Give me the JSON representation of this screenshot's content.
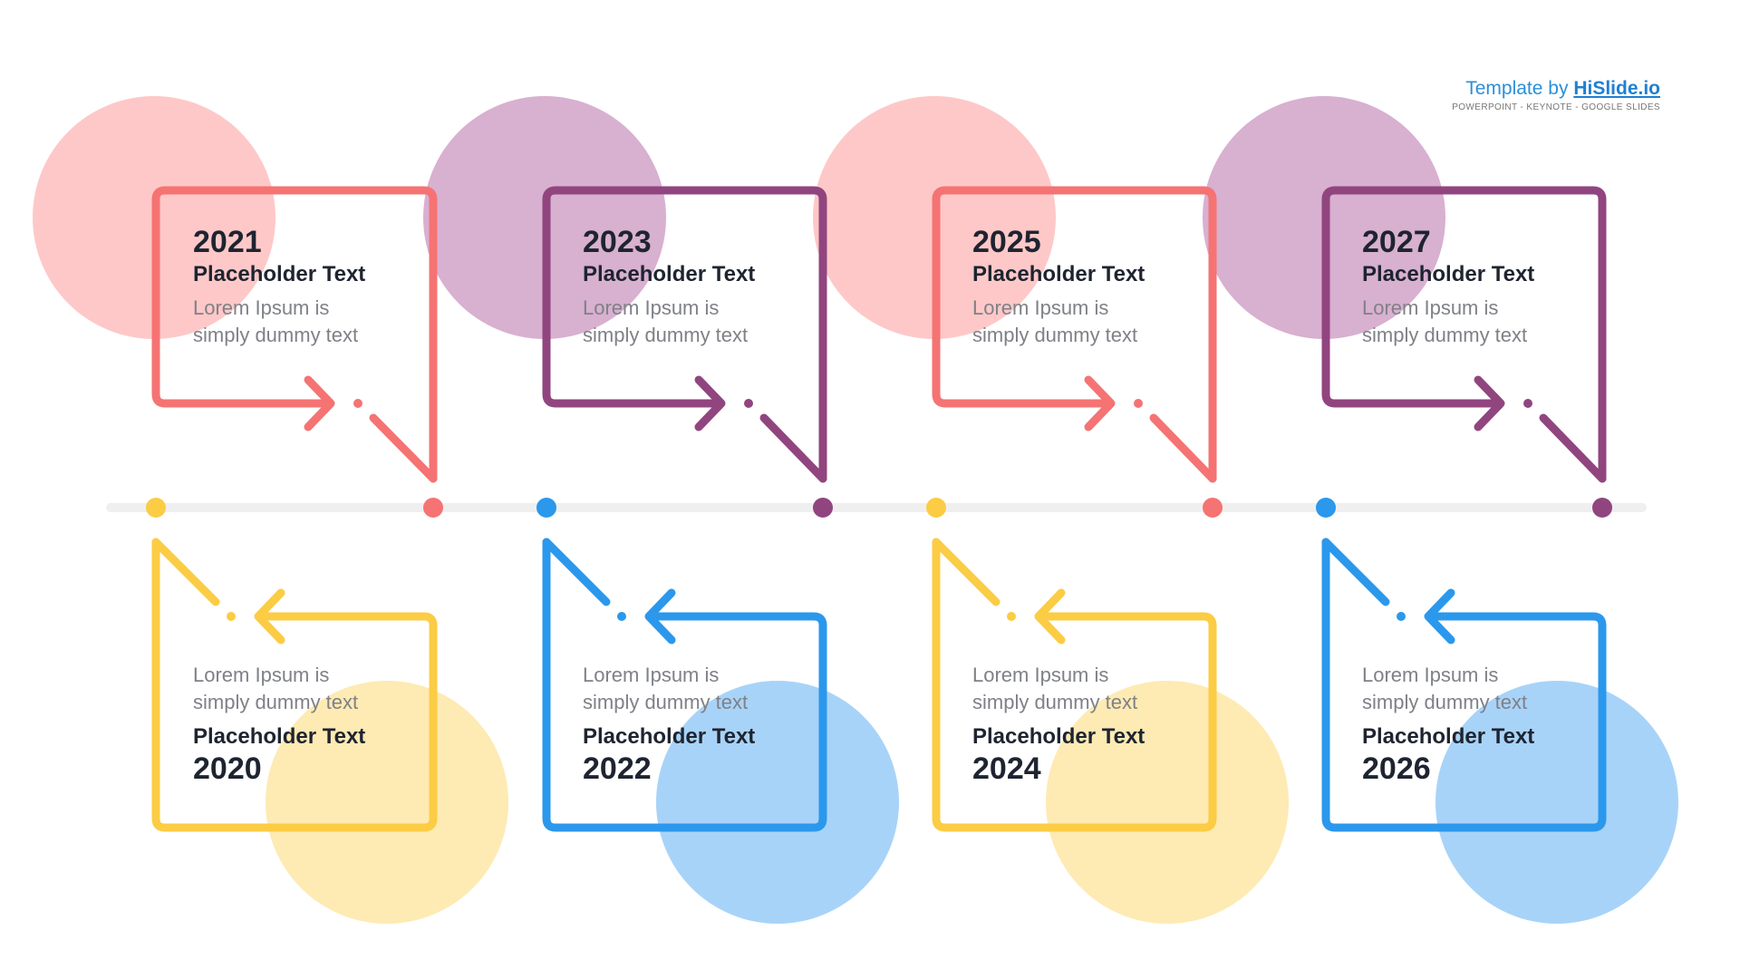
{
  "branding": {
    "prefix": "Template by",
    "name": "HiSlide.io",
    "subtitle": "POWERPOINT - KEYNOTE - GOOGLE SLIDES"
  },
  "colors": {
    "coral": "#f57373",
    "coral_light": "#fec8c8",
    "purple": "#91457f",
    "purple_light": "#d8b0d0",
    "yellow": "#fbcc44",
    "yellow_light": "#feeab3",
    "blue": "#2b98ec",
    "blue_light": "#a8d3f8",
    "line": "#efefef"
  },
  "top_cards": [
    {
      "year": "2021",
      "title": "Placeholder Text",
      "desc1": "Lorem Ipsum is",
      "desc2": "simply dummy text",
      "color": "coral"
    },
    {
      "year": "2023",
      "title": "Placeholder Text",
      "desc1": "Lorem Ipsum is",
      "desc2": "simply dummy text",
      "color": "purple"
    },
    {
      "year": "2025",
      "title": "Placeholder Text",
      "desc1": "Lorem Ipsum is",
      "desc2": "simply dummy text",
      "color": "coral"
    },
    {
      "year": "2027",
      "title": "Placeholder Text",
      "desc1": "Lorem Ipsum is",
      "desc2": "simply dummy text",
      "color": "purple"
    }
  ],
  "bottom_cards": [
    {
      "year": "2020",
      "title": "Placeholder Text",
      "desc1": "Lorem Ipsum is",
      "desc2": "simply dummy text",
      "color": "yellow"
    },
    {
      "year": "2022",
      "title": "Placeholder Text",
      "desc1": "Lorem Ipsum is",
      "desc2": "simply dummy text",
      "color": "blue"
    },
    {
      "year": "2024",
      "title": "Placeholder Text",
      "desc1": "Lorem Ipsum is",
      "desc2": "simply dummy text",
      "color": "yellow"
    },
    {
      "year": "2026",
      "title": "Placeholder Text",
      "desc1": "Lorem Ipsum is",
      "desc2": "simply dummy text",
      "color": "blue"
    }
  ]
}
